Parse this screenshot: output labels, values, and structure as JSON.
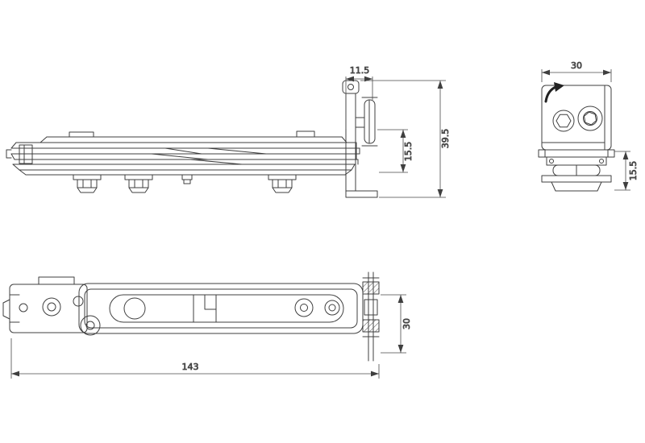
{
  "drawing": {
    "type": "technical-drawing",
    "subject": "concealed-hinge-roller-assembly",
    "views": {
      "side": {
        "dims": {
          "offset_top": "11.5",
          "overall_height": "39.5",
          "lower_height": "15.5"
        }
      },
      "end": {
        "dims": {
          "width": "30",
          "lower_height": "15.5"
        }
      },
      "plan": {
        "dims": {
          "length": "143",
          "width": "30"
        }
      }
    },
    "colors": {
      "line": "#3f3f3f",
      "dimension": "#4a4a4a",
      "background": "#ffffff"
    }
  }
}
